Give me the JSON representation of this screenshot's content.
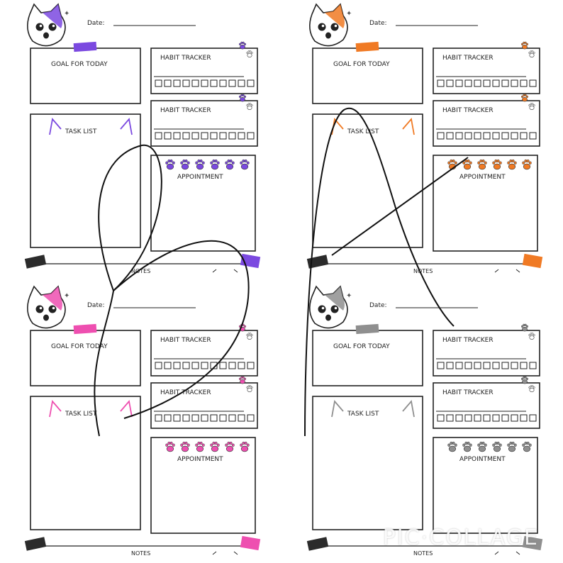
{
  "labels": {
    "date": "Date:",
    "goal": "GOAL FOR TODAY",
    "habit": "HABIT TRACKER",
    "task": "TASK LIST",
    "appointment": "APPOINTMENT",
    "notes": "NOTES",
    "notes_partial": "NOTES"
  },
  "panels": [
    {
      "id": "purple",
      "color": "#7b49e0"
    },
    {
      "id": "orange",
      "color": "#f07a24"
    },
    {
      "id": "pink",
      "color": "#ee4fb0"
    },
    {
      "id": "gray",
      "color": "#8f8f8f"
    }
  ],
  "watermark": "PIC·COLLAGE"
}
